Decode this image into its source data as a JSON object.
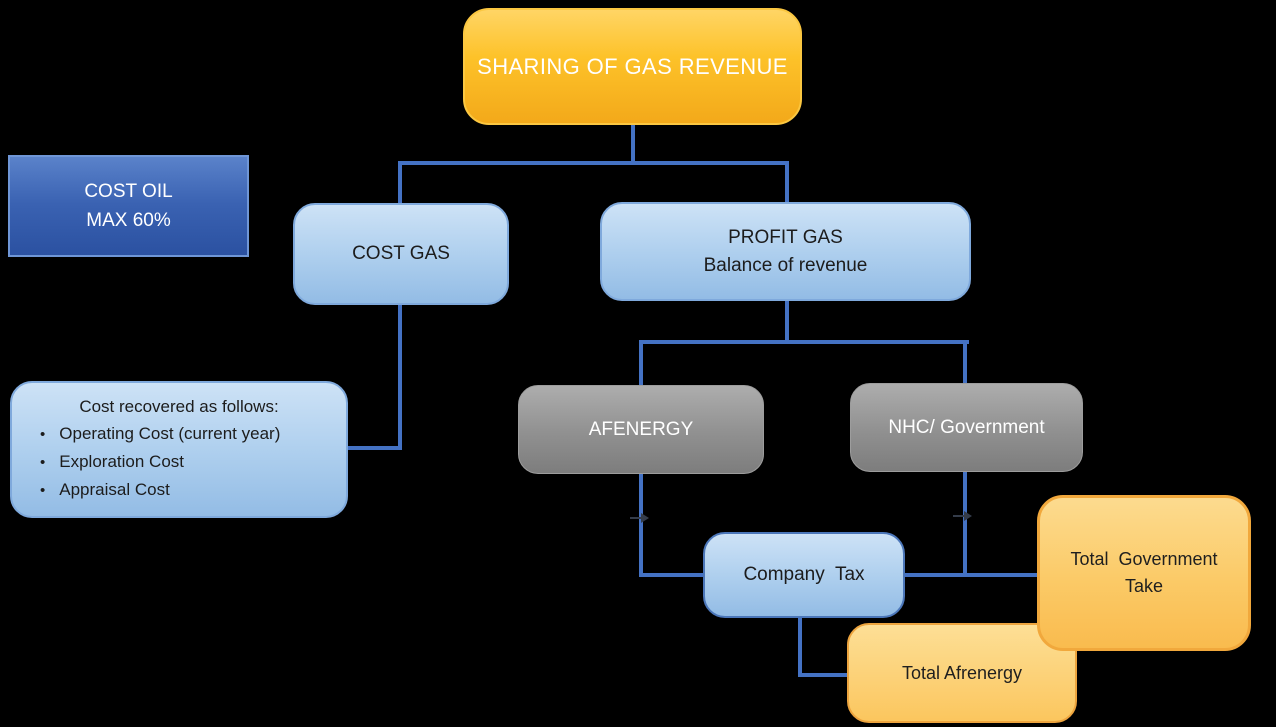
{
  "diagram": {
    "title_node": {
      "label": "SHARING OF GAS REVENUE"
    },
    "cost_oil": {
      "line1": "COST OIL",
      "line2": "MAX 60%"
    },
    "cost_gas": {
      "label": "COST GAS"
    },
    "profit_gas": {
      "line1": "PROFIT GAS",
      "line2": "Balance of revenue"
    },
    "cost_recovered": {
      "header": "Cost recovered as follows:",
      "bullet_glyph": "•",
      "bullets": [
        "Operating Cost (current year)",
        "Exploration Cost",
        "Appraisal Cost"
      ]
    },
    "afenergy": {
      "label": "AFENERGY"
    },
    "nhc_government": {
      "label": "NHC/ Government"
    },
    "company_tax": {
      "label": "Company  Tax"
    },
    "total_government_take": {
      "line1": "Total  Government",
      "line2": "Take"
    },
    "total_afrenergy": {
      "label": "Total Afrenergy"
    }
  },
  "palette": {
    "background": "#000000",
    "connector_blue": "#4472C4",
    "gold_node": "#FDC229",
    "dark_blue_node": "#3A62B2",
    "light_blue_node": "#AECFEE",
    "gray_node": "#909090",
    "orange_node": "#FBCA67"
  }
}
